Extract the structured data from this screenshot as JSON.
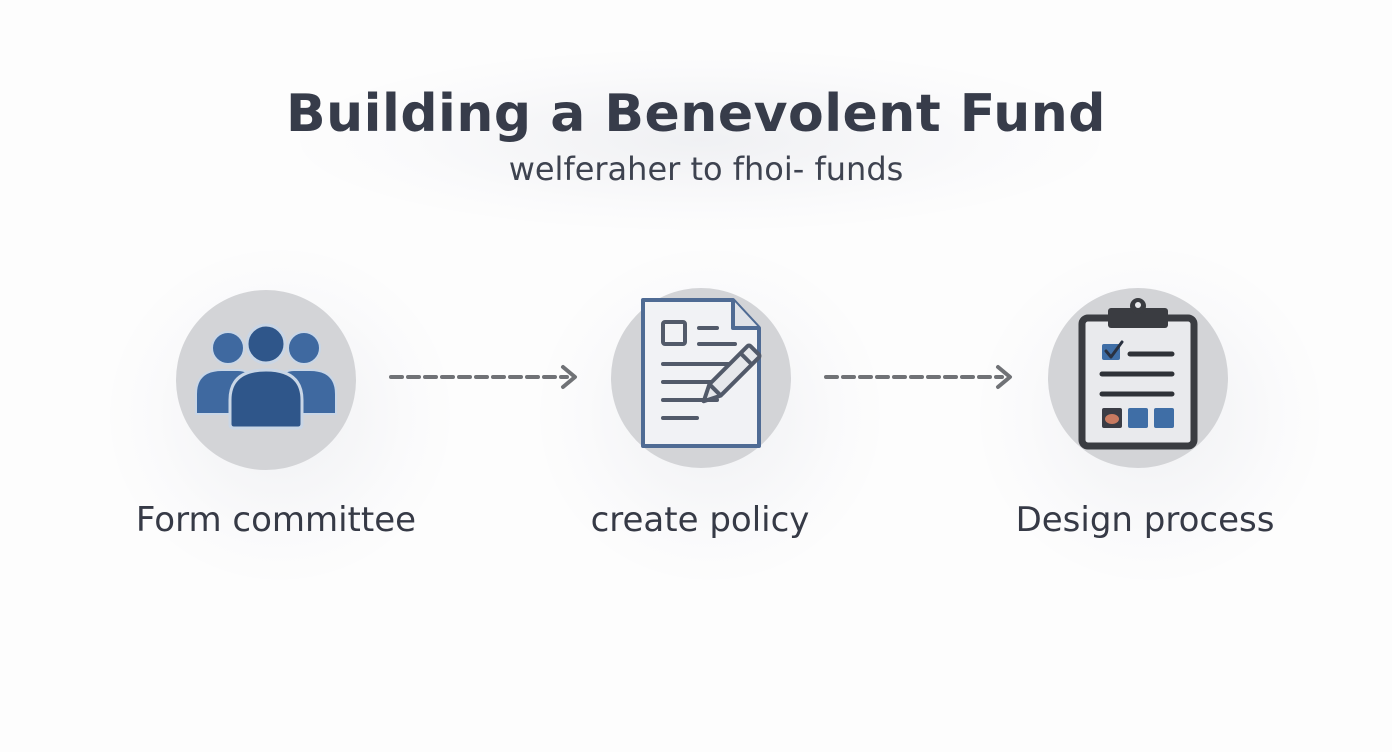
{
  "header": {
    "title": "Building a Benevolent Fund",
    "subtitle": "welferaher to fhoi- funds"
  },
  "steps": [
    {
      "label": "Form committee",
      "icon": "people-group-icon"
    },
    {
      "label": "create policy",
      "icon": "document-pencil-icon"
    },
    {
      "label": "Design process",
      "icon": "clipboard-checklist-icon"
    }
  ],
  "connectors": [
    {
      "style": "dashed-arrow",
      "from": 0,
      "to": 1
    },
    {
      "style": "dashed-arrow",
      "from": 1,
      "to": 2
    }
  ],
  "colors": {
    "background": "#fdfdfd",
    "title_text": "#373c4a",
    "circle_fill": "#d3d4d7",
    "people_blue": "#3f69a0",
    "people_blue_dark": "#2f568a",
    "document_outline": "#4f6b94",
    "document_lines": "#525a6a",
    "clipboard_outline": "#3a3c41",
    "checkbox_blue": "#3f6ea6",
    "arrow_gray": "#707276"
  }
}
